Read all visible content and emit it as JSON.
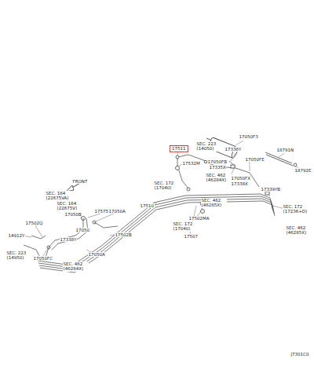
{
  "diagram": {
    "nodes": [
      {
        "text": [
          "17511"
        ]
      }
    ],
    "labels": [
      "SEC. 223 (14050)",
      "17050F3",
      "17336Y",
      "17050FE",
      "18791N",
      "18792E",
      "17532M",
      "17050FB",
      "17335X",
      "SEC. 462 (46284X)",
      "17050FX",
      "17338X",
      "17339YB",
      "SEC. 172 (17040)",
      "FRONT",
      "17510",
      "SEC. 462 (46285X)",
      "17502MA",
      "SEC. 172 (17040)",
      "17507",
      "SEC. 172 (17236+D)",
      "SEC. 462 (46285X)",
      "SEC. 164 (22675VA)",
      "17575",
      "17050A",
      "SEC. 164 (22675V)",
      "17050B",
      "17502Q",
      "14912Y",
      "17050",
      "17502B",
      "SEC. 223 (14950)",
      "17050FC",
      "17338Y",
      "17050A",
      "SEC. 462 (46284X)",
      "J7301C0"
    ]
  }
}
